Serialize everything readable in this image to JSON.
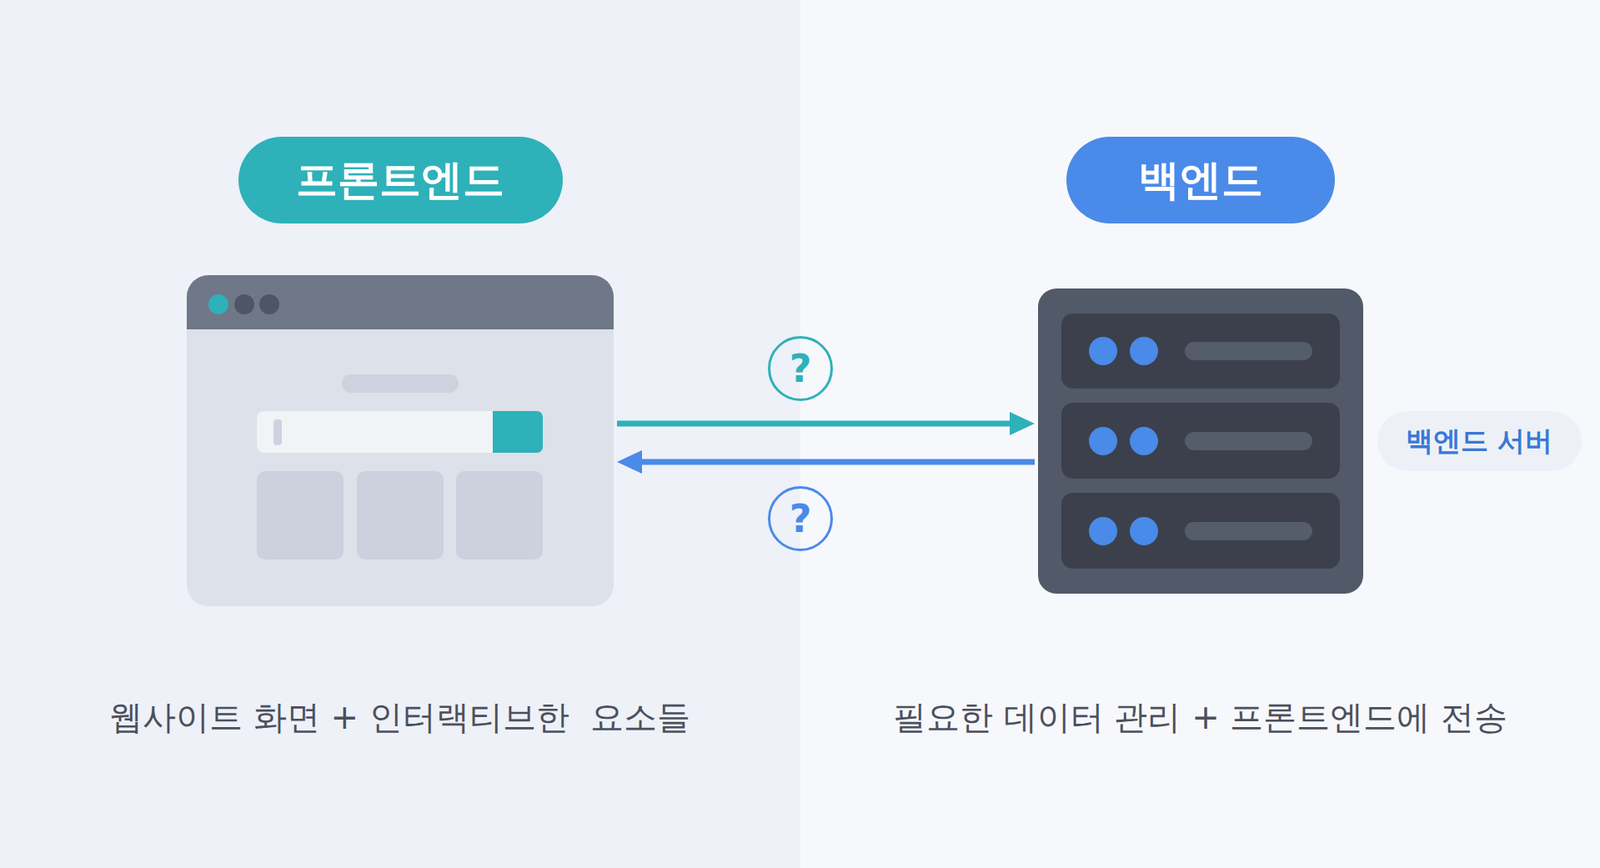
{
  "diagram": {
    "nodes": [
      {
        "text": [
          "프론트엔드",
          "웹사이트 화면 + 인터랙티브한  요소들"
        ]
      },
      {
        "text": [
          "백엔드",
          "필요한 데이터 관리 + 프론트엔드에 전송"
        ]
      },
      {
        "text": [
          "백엔드 서버"
        ]
      }
    ],
    "edges": [
      {
        "from": 0,
        "to": 1,
        "arrow": "to",
        "label": "?"
      },
      {
        "from": 1,
        "to": 0,
        "arrow": "to",
        "label": "?"
      }
    ]
  }
}
